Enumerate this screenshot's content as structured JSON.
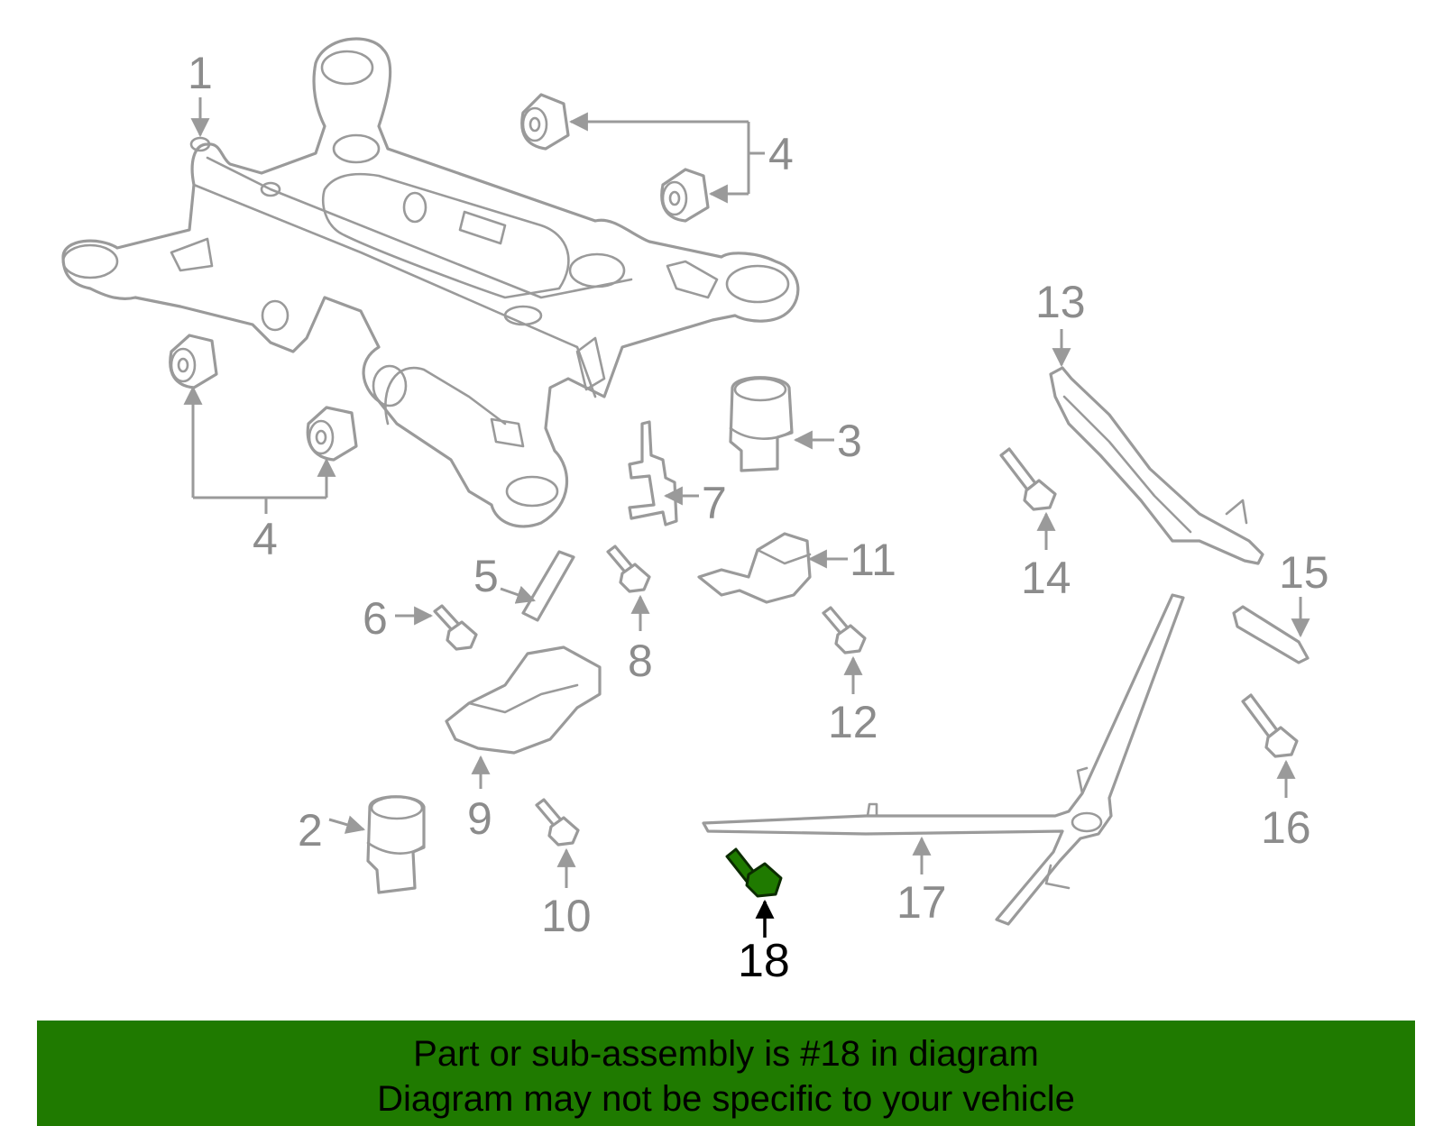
{
  "callouts": {
    "c1": "1",
    "c2": "2",
    "c3": "3",
    "c4a": "4",
    "c4b": "4",
    "c5": "5",
    "c6": "6",
    "c7": "7",
    "c8": "8",
    "c9": "9",
    "c10": "10",
    "c11": "11",
    "c12": "12",
    "c13": "13",
    "c14": "14",
    "c15": "15",
    "c16": "16",
    "c17": "17",
    "c18": "18"
  },
  "highlighted_part": "18",
  "colors": {
    "highlight": "#1f7a00",
    "line": "#9a9a9a",
    "banner": "#1f7a00"
  },
  "banner": {
    "line1": "Part or sub-assembly is #18 in diagram",
    "line2": "Diagram may not be specific to your vehicle"
  }
}
